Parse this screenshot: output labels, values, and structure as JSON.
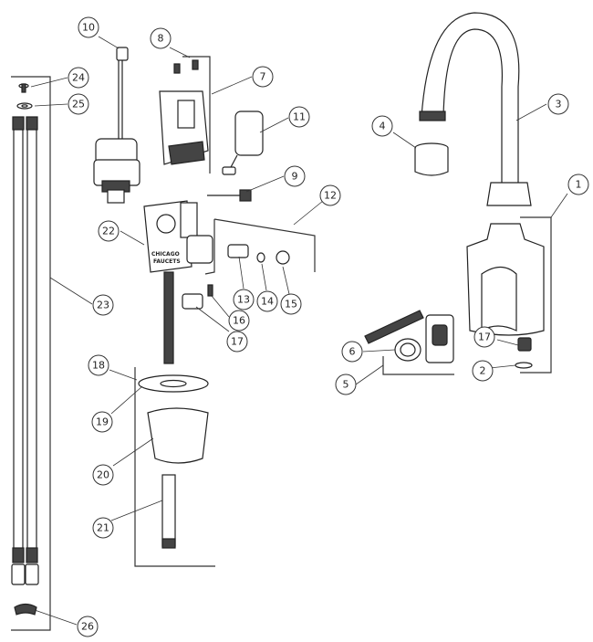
{
  "callouts": [
    "1",
    "2",
    "3",
    "4",
    "5",
    "6",
    "7",
    "8",
    "9",
    "10",
    "11",
    "12",
    "13",
    "14",
    "15",
    "16",
    "17",
    "17",
    "18",
    "19",
    "20",
    "21",
    "22",
    "23",
    "24",
    "25",
    "26"
  ],
  "body_label": {
    "line1": "CHICAGO",
    "line2": "FAUCETS"
  }
}
